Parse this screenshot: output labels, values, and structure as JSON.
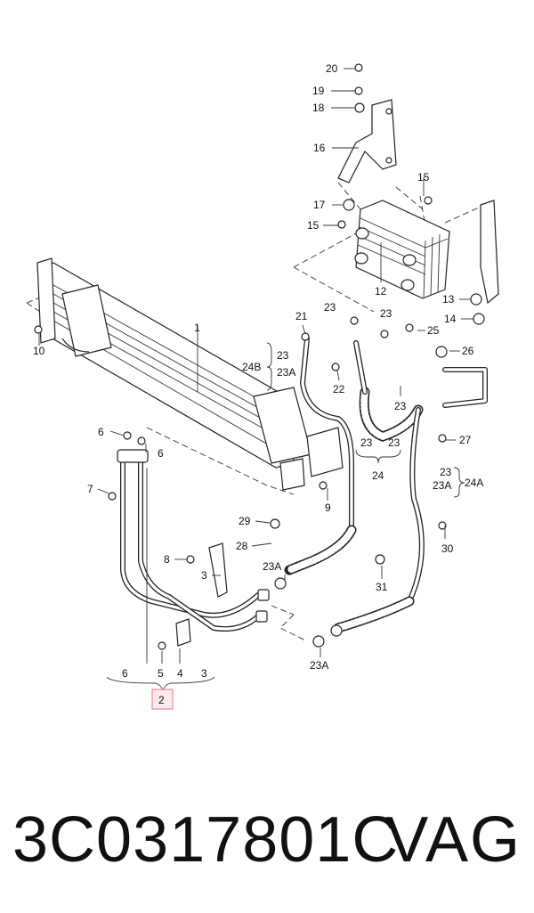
{
  "diagram": {
    "callouts": {
      "c1": "1",
      "c2": "2",
      "c3a": "3",
      "c3b": "3",
      "c4": "4",
      "c5": "5",
      "c6a": "6",
      "c6b": "6",
      "c6c": "6",
      "c7": "7",
      "c8": "8",
      "c9": "9",
      "c10": "10",
      "c12": "12",
      "c13": "13",
      "c14": "14",
      "c15a": "15",
      "c15b": "15",
      "c16": "16",
      "c17": "17",
      "c18": "18",
      "c19": "19",
      "c20": "20",
      "c21": "21",
      "c22": "22",
      "c23a": "23",
      "c23b": "23",
      "c23c": "23",
      "c23d": "23",
      "c23e": "23",
      "c23f": "23",
      "c23Aa": "23A",
      "c23Ab": "23A",
      "c23Ac": "23A",
      "c23Ad": "23A",
      "c24": "24",
      "c24A": "24A",
      "c24B": "24B",
      "c25": "25",
      "c26": "26",
      "c27": "27",
      "c28": "28",
      "c29": "29",
      "c30": "30",
      "c31": "31"
    }
  },
  "caption": {
    "part_number": "3C0317801C",
    "brand": "VAG"
  }
}
